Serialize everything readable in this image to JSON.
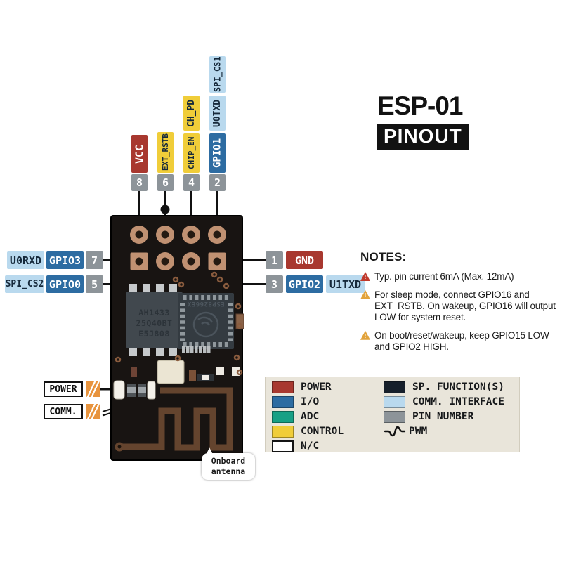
{
  "colors": {
    "power": "#a8382f",
    "io": "#2d6ca2",
    "adc": "#18a085",
    "control": "#f0cd39",
    "nc": "#ffffff",
    "sp_function": "#161f2a",
    "comm": "#b9d9ee",
    "pin_number": "#8d9499",
    "warn_red": "#c0392b",
    "warn_amber": "#e2a33b",
    "led_icon": "#e8943e"
  },
  "title": {
    "product": "ESP-01",
    "badge": "PINOUT"
  },
  "pins": {
    "top": [
      {
        "number": "8",
        "labels": [
          {
            "text": "VCC",
            "type": "power"
          }
        ]
      },
      {
        "number": "6",
        "labels": [
          {
            "text": "EXT_RSTB",
            "type": "control"
          }
        ]
      },
      {
        "number": "4",
        "labels": [
          {
            "text": "CHIP_EN",
            "type": "control"
          },
          {
            "text": "CH_PD",
            "type": "control"
          }
        ]
      },
      {
        "number": "2",
        "labels": [
          {
            "text": "GPIO1",
            "type": "io"
          },
          {
            "text": "U0TXD",
            "type": "comm"
          },
          {
            "text": "SPI_CS1",
            "type": "comm"
          }
        ]
      }
    ],
    "left": [
      {
        "number": "7",
        "labels": [
          {
            "text": "U0RXD",
            "type": "comm"
          },
          {
            "text": "GPIO3",
            "type": "io"
          }
        ]
      },
      {
        "number": "5",
        "labels": [
          {
            "text": "SPI_CS2",
            "type": "comm"
          },
          {
            "text": "GPIO0",
            "type": "io"
          }
        ]
      }
    ],
    "right": [
      {
        "number": "1",
        "labels": [
          {
            "text": "GND",
            "type": "power"
          }
        ]
      },
      {
        "number": "3",
        "labels": [
          {
            "text": "GPIO2",
            "type": "io"
          },
          {
            "text": "U1TXD",
            "type": "comm"
          }
        ]
      }
    ]
  },
  "board": {
    "flash_chip_lines": [
      "AH1433",
      "25Q40BT",
      "E5J808"
    ],
    "main_chip": "ESP8266EX",
    "antenna_callout": "Onboard antenna"
  },
  "indicators": [
    {
      "label": "POWER"
    },
    {
      "label": "COMM."
    }
  ],
  "notes": {
    "heading": "NOTES:",
    "items": [
      {
        "severity": "red",
        "text": "Typ. pin current 6mA (Max. 12mA)"
      },
      {
        "severity": "amber",
        "text": "For sleep mode, connect GPIO16 and EXT_RSTB. On wakeup, GPIO16 will output LOW for system reset."
      },
      {
        "severity": "amber",
        "text": "On boot/reset/wakeup, keep GPIO15 LOW and GPIO2 HIGH."
      }
    ]
  },
  "legend": {
    "left": [
      {
        "label": "POWER"
      },
      {
        "label": "I/O"
      },
      {
        "label": "ADC"
      },
      {
        "label": "CONTROL"
      },
      {
        "label": "N/C"
      }
    ],
    "right": [
      {
        "label": "SP. FUNCTION(S)"
      },
      {
        "label": "COMM. INTERFACE"
      },
      {
        "label": "PIN NUMBER"
      },
      {
        "label": "PWM"
      }
    ]
  }
}
